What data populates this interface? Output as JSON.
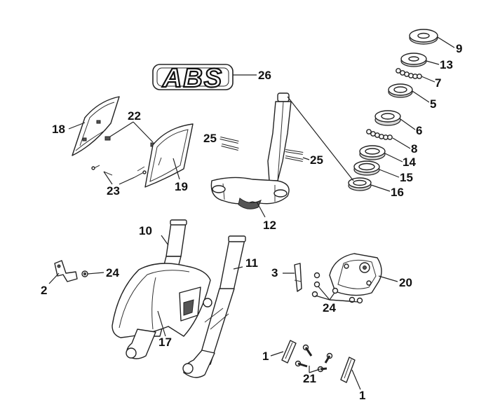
{
  "badge": {
    "text": "ABS"
  },
  "callouts": {
    "c1a": "1",
    "c1b": "1",
    "c2": "2",
    "c3": "3",
    "c5": "5",
    "c6": "6",
    "c7": "7",
    "c8": "8",
    "c9": "9",
    "c10": "10",
    "c11": "11",
    "c12": "12",
    "c13": "13",
    "c14": "14",
    "c15": "15",
    "c16": "16",
    "c17": "17",
    "c18": "18",
    "c19": "19",
    "c20": "20",
    "c21": "21",
    "c22": "22",
    "c23": "23",
    "c24a": "24",
    "c24b": "24",
    "c25a": "25",
    "c25b": "25",
    "c26": "26"
  }
}
